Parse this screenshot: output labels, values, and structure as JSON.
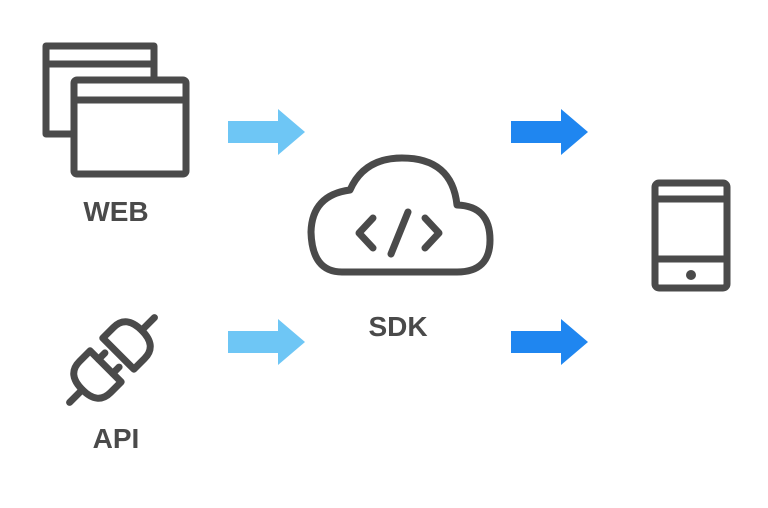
{
  "labels": {
    "web": "WEB",
    "api": "API",
    "sdk": "SDK"
  },
  "icons": {
    "web": "browser-windows-icon",
    "api": "plug-icon",
    "sdk": "cloud-code-icon",
    "device": "tablet-icon"
  },
  "colors": {
    "icon_stroke": "#4a4a4a",
    "label": "#4a4a4a",
    "input_arrow": "#6ec6f5",
    "output_arrow": "#1f86f0"
  }
}
